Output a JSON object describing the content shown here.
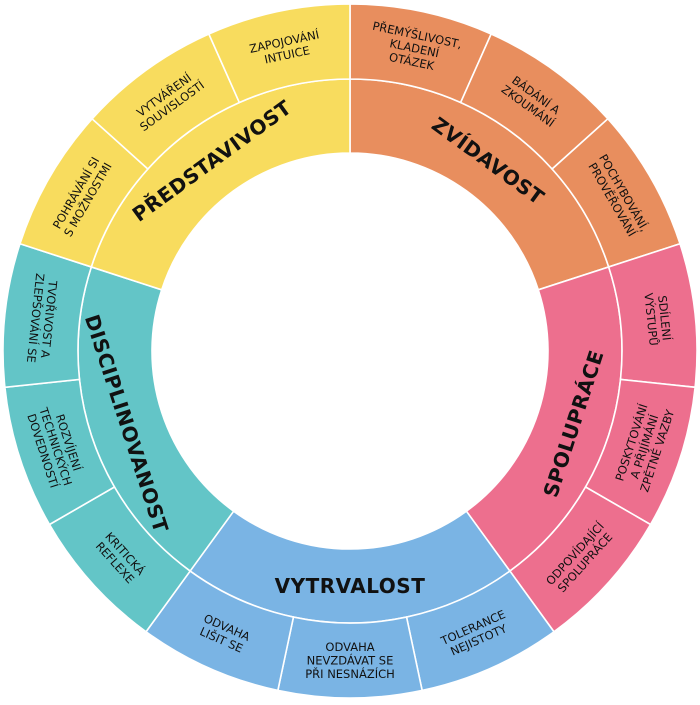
{
  "categories": [
    {
      "id": "zvidavost",
      "name": "ZVÍDAVOST",
      "color": "#e88e5e",
      "subs": [
        [
          "PŘEMÝŠLIVOST,",
          "KLADENÍ",
          "OTÁZEK"
        ],
        [
          "BÁDÁNÍ A",
          "ZKOUMÁNÍ"
        ],
        [
          "POCHYBOVÁNÍ,",
          "PROVĚŘOVÁNÍ"
        ]
      ]
    },
    {
      "id": "spoluprace",
      "name": "SPOLUPRÁCE",
      "color": "#ed6f8e",
      "subs": [
        [
          "SDÍLENÍ",
          "VÝSTUPŮ"
        ],
        [
          "POSKYTOVÁNÍ",
          "A PŘIJÍMÁNÍ",
          "ZPĚTNÉ VAZBY"
        ],
        [
          "ODPOVÍDAJÍCÍ",
          "SPOLUPRÁCE"
        ]
      ]
    },
    {
      "id": "vytrvalost",
      "name": "VYTRVALOST",
      "color": "#7ab4e4",
      "subs": [
        [
          "TOLERANCE",
          "NEJISTOTY"
        ],
        [
          "ODVAHA",
          "NEVZDÁVAT SE",
          "PŘI NESNÁZÍCH"
        ],
        [
          "ODVAHA",
          "LIŠIT SE"
        ]
      ]
    },
    {
      "id": "disciplinovanost",
      "name": "DISCIPLINOVANOST",
      "color": "#63c5c7",
      "subs": [
        [
          "KRITICKÁ",
          "REFLEXE"
        ],
        [
          "ROZVÍJENÍ",
          "TECHNICKÝCH",
          "DOVEDNOSTÍ"
        ],
        [
          "TVOŘIVOST A",
          "ZLEPŠOVÁNÍ SE"
        ]
      ]
    },
    {
      "id": "predstavivost",
      "name": "PŘEDSTAVIVOST",
      "color": "#f8dc5e",
      "subs": [
        [
          "POHRÁVÁNÍ SI",
          "S MOŽNOSTMI"
        ],
        [
          "VYTVÁŘENÍ",
          "SOUVISLOSTÍ"
        ],
        [
          "ZAPOJOVÁNÍ",
          "INTUICE"
        ]
      ]
    }
  ]
}
